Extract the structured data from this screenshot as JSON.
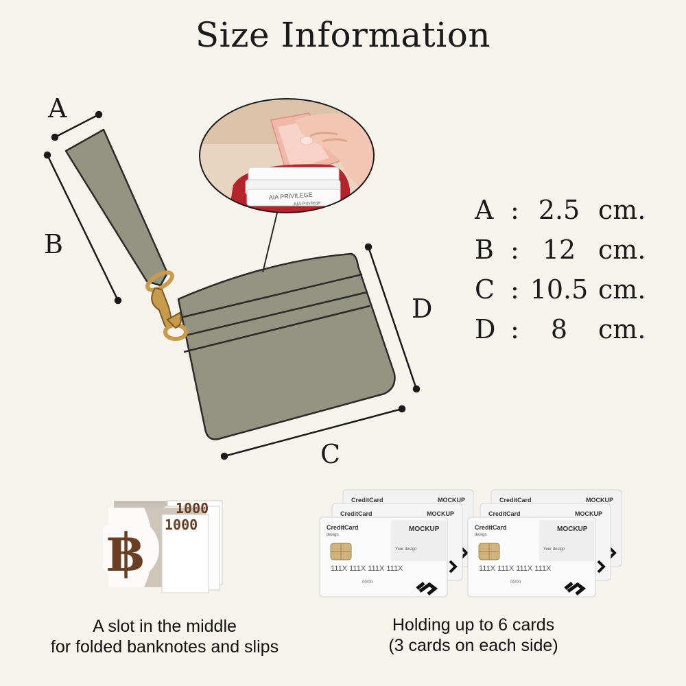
{
  "title": "Size Information",
  "diagram_labels": {
    "a": "A",
    "b": "B",
    "c": "C",
    "d": "D"
  },
  "specs": [
    {
      "key": "A",
      "value": "2.5",
      "unit": "cm."
    },
    {
      "key": "B",
      "value": "12",
      "unit": "cm."
    },
    {
      "key": "C",
      "value": "10.5",
      "unit": "cm."
    },
    {
      "key": "D",
      "value": "8",
      "unit": "cm."
    }
  ],
  "spec_separator": ":",
  "features": [
    {
      "lines": [
        "A slot in the middle",
        "for folded banknotes and slips"
      ]
    },
    {
      "lines": [
        "Holding up to 6 cards",
        "(3 cards on each side)"
      ]
    }
  ],
  "banknote": {
    "currency_symbol": "฿",
    "denomination": "1000"
  },
  "card_mockup": {
    "brand": "CreditCard",
    "brand_sub": "design",
    "mockup": "MOCKUP",
    "your_design": "Your design",
    "number": "111X  111X  111X  111X",
    "expiry": "00/00"
  },
  "zoom_cards": {
    "card_label": "AIA PRIVILEGE",
    "card_label_small": "AIA Privilege"
  },
  "colors": {
    "background": "#f6f3ed",
    "wallet": "#959480",
    "outline": "#2a2a2a",
    "hardware": "#c79a4c"
  }
}
